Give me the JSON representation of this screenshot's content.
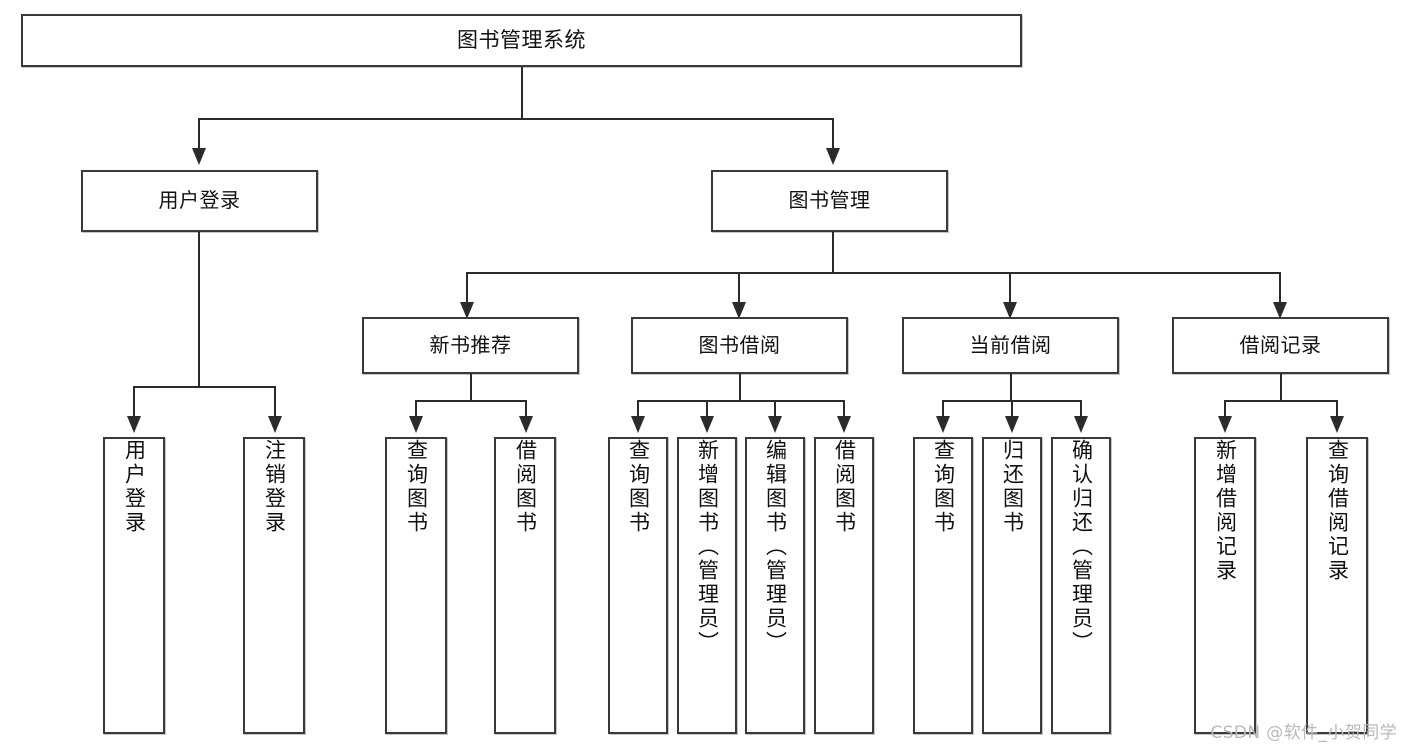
{
  "diagram": {
    "type": "tree",
    "title": "图书管理系统",
    "orientation": "top-down",
    "style": {
      "box_fill": "#ffffff",
      "box_border": "#3a3a3a",
      "connector": "#2b2b2b",
      "text": "#111111",
      "background": "#ffffff",
      "watermark_color": "#b9b9b9"
    },
    "root": {
      "label": "图书管理系统"
    },
    "level1": [
      {
        "label": "用户登录"
      },
      {
        "label": "图书管理"
      }
    ],
    "level2": [
      {
        "label": "新书推荐"
      },
      {
        "label": "图书借阅"
      },
      {
        "label": "当前借阅"
      },
      {
        "label": "借阅记录"
      }
    ],
    "leaves": {
      "user_login": [
        {
          "label": "用户登录"
        },
        {
          "label": "注销登录"
        }
      ],
      "new_book_recommend": [
        {
          "label": "查询图书"
        },
        {
          "label": "借阅图书"
        }
      ],
      "book_borrow": [
        {
          "label": "查询图书"
        },
        {
          "label": "新增图书（管理员）"
        },
        {
          "label": "编辑图书（管理员）"
        },
        {
          "label": "借阅图书"
        }
      ],
      "current_borrow": [
        {
          "label": "查询图书"
        },
        {
          "label": "归还图书"
        },
        {
          "label": "确认归还（管理员）"
        }
      ],
      "borrow_record": [
        {
          "label": "新增借阅记录"
        },
        {
          "label": "查询借阅记录"
        }
      ]
    }
  },
  "watermark": {
    "text": "CSDN @软件_小贺同学"
  }
}
